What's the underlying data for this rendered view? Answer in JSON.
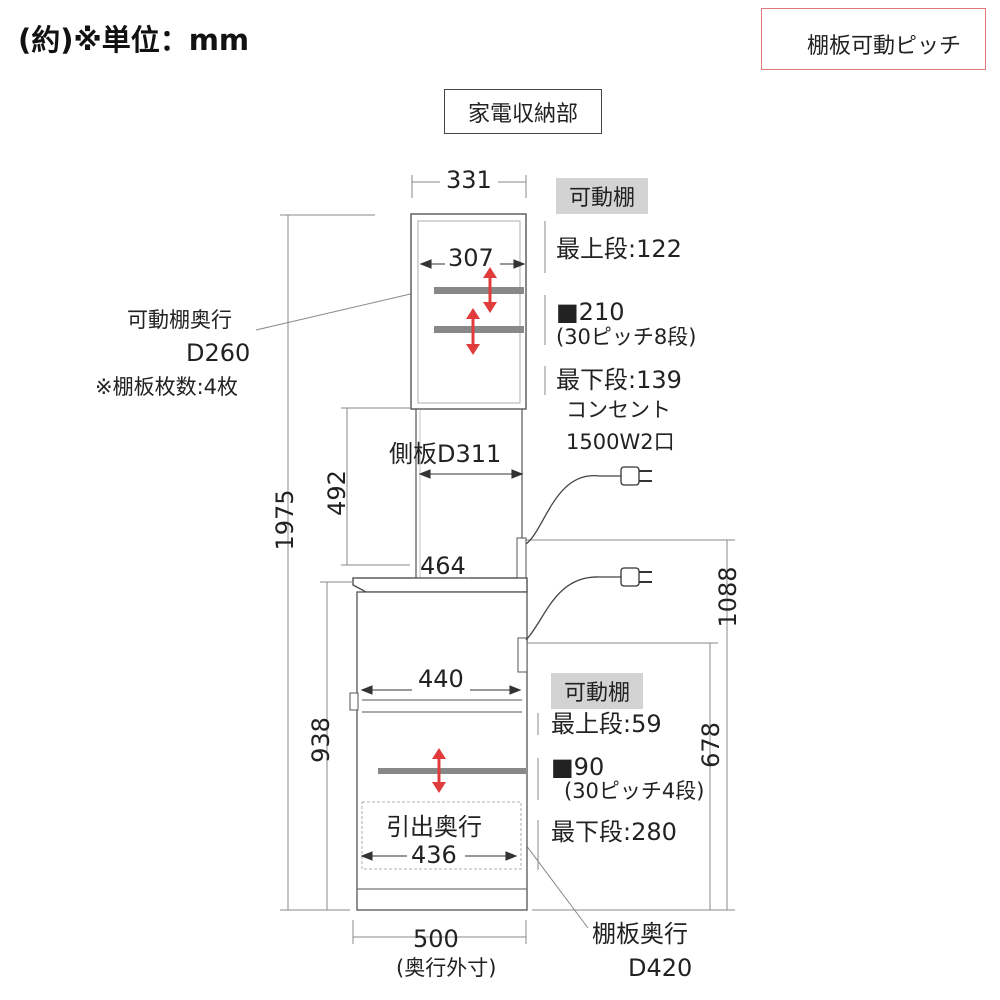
{
  "header": {
    "units_note": "(約)※単位：mm"
  },
  "legend": {
    "label": "棚板可動ピッチ",
    "color": "#e03c3c"
  },
  "section_title": "家電収納部",
  "dimensions": {
    "top_width": "331",
    "top_inner_width": "307",
    "side_panel": "側板D311",
    "counter_width": "464",
    "drawer_width": "440",
    "pullout_label": "引出奥行",
    "pullout_depth": "436",
    "base_depth": "500",
    "base_depth_note": "(奥行外寸)",
    "total_height": "1975",
    "upper_gap": "492",
    "lower_height": "938",
    "counter_height": "1088",
    "outlet_height": "678"
  },
  "upper_shelf": {
    "title": "可動棚",
    "top": "最上段:122",
    "pitch": "■210",
    "pitch_note": "(30ピッチ8段)",
    "bottom": "最下段:139"
  },
  "lower_shelf": {
    "title": "可動棚",
    "top": "最上段:59",
    "pitch": "■90",
    "pitch_note": "(30ピッチ4段)",
    "bottom": "最下段:280"
  },
  "upper_shelf_depth": {
    "label": "可動棚奥行",
    "value": "D260",
    "count": "※棚板枚数:4枚"
  },
  "outlet": {
    "label": "コンセント",
    "spec": "1500W2口"
  },
  "lower_shelf_depth": {
    "label": "棚板奥行",
    "value": "D420"
  }
}
